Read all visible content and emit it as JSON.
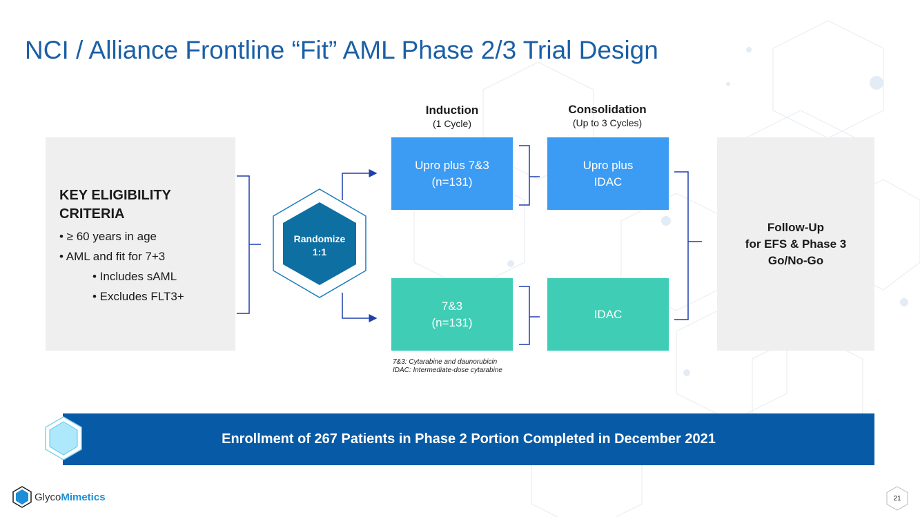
{
  "slide": {
    "title": "NCI / Alliance Frontline “Fit” AML Phase 2/3 Trial Design",
    "page_number": "21"
  },
  "eligibility": {
    "heading": "KEY ELIGIBILITY CRITERIA",
    "items": [
      {
        "text": "• ≥ 60 years in age"
      },
      {
        "text": "• AML and fit for 7+3"
      },
      {
        "text": "• Includes sAML"
      },
      {
        "text": "• Excludes FLT3+"
      }
    ]
  },
  "randomize": {
    "line1": "Randomize",
    "line2": "1:1"
  },
  "phases": {
    "induction": {
      "name": "Induction",
      "sub": "(1 Cycle)"
    },
    "consolidation": {
      "name": "Consolidation",
      "sub": "(Up to 3 Cycles)"
    }
  },
  "arms": {
    "upper_induction": {
      "line1": "Upro plus 7&3",
      "line2": "(n=131)"
    },
    "upper_consolidation": {
      "line1": "Upro plus",
      "line2": "IDAC"
    },
    "lower_induction": {
      "line1": "7&3",
      "line2": "(n=131)"
    },
    "lower_consolidation": {
      "line1": "IDAC"
    }
  },
  "followup": {
    "line1": "Follow-Up",
    "line2": "for EFS & Phase 3",
    "line3": "Go/No-Go"
  },
  "footnotes": {
    "line1": "7&3: Cytarabine and daunorubicin",
    "line2": "IDAC: Intermediate-dose cytarabine"
  },
  "banner": {
    "text": "Enrollment of 267 Patients in Phase 2 Portion Completed in December 2021"
  },
  "logo": {
    "part1": "Glyco",
    "part2": "Mimetics"
  },
  "colors": {
    "title": "#1b5fa6",
    "experimental_arm": "#3c9bf2",
    "control_arm": "#3fcdb6",
    "banner": "#075aa6",
    "randomize_hex": "#0e6fa3",
    "panel_gray": "#efefef"
  }
}
